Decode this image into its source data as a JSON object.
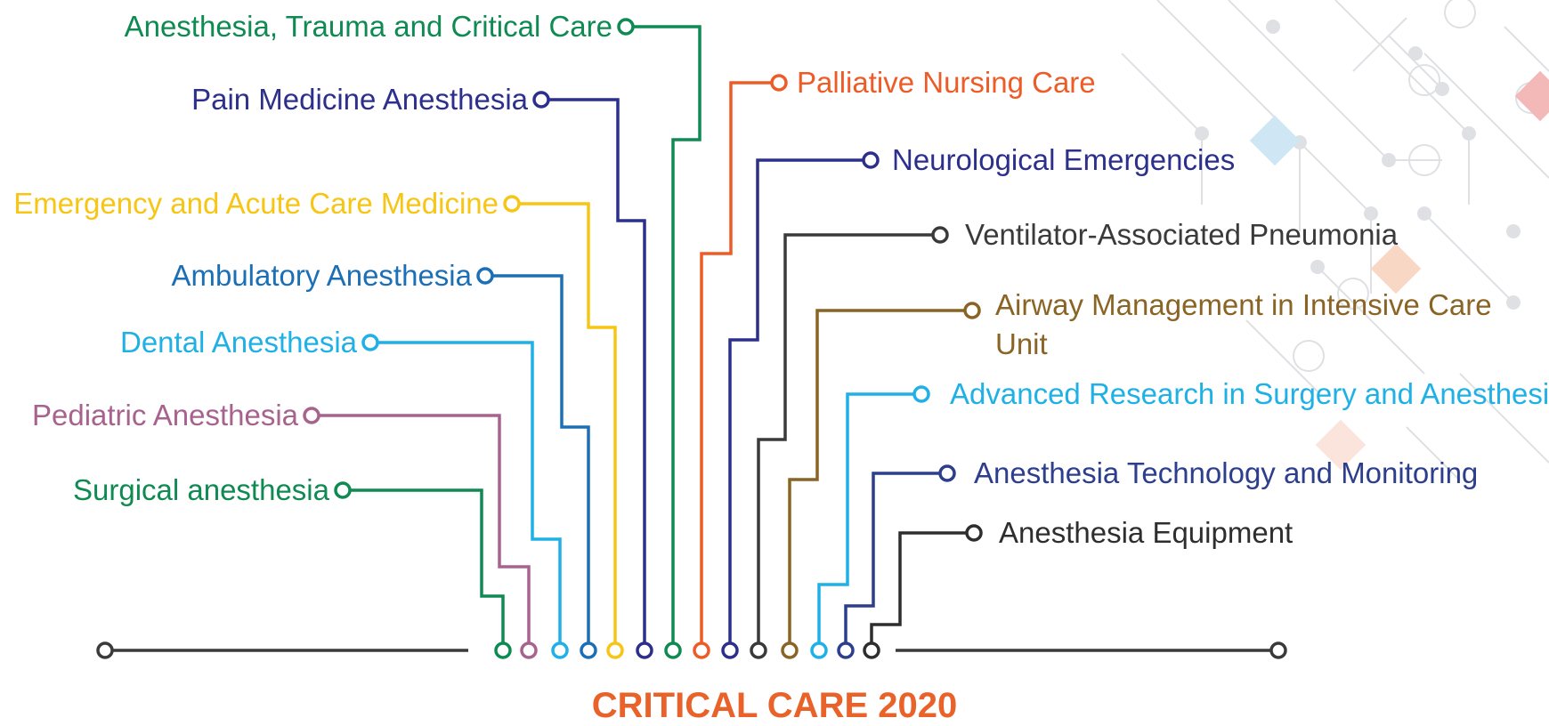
{
  "title": "CRITICAL CARE 2020",
  "colors": {
    "title": "#e8622a",
    "trunk": "#3a3a3a",
    "background_pattern": "#b8bcc2"
  },
  "branches": [
    {
      "label": "Surgical anesthesia",
      "color": "#0f8a52",
      "side": "left"
    },
    {
      "label": "Pediatric Anesthesia",
      "color": "#a8628e",
      "side": "left"
    },
    {
      "label": "Dental Anesthesia",
      "color": "#1fb1e6",
      "side": "left"
    },
    {
      "label": "Ambulatory Anesthesia",
      "color": "#1b6fb6",
      "side": "left"
    },
    {
      "label": "Emergency and Acute Care Medicine",
      "color": "#f7c513",
      "side": "left"
    },
    {
      "label": "Pain Medicine Anesthesia",
      "color": "#2c2f8c",
      "side": "left"
    },
    {
      "label": "Anesthesia, Trauma and Critical Care",
      "color": "#0f8a52",
      "side": "left"
    },
    {
      "label": "Palliative Nursing Care",
      "color": "#ef5b26",
      "side": "right"
    },
    {
      "label": "Neurological Emergencies",
      "color": "#2c2f8c",
      "side": "right"
    },
    {
      "label": "Ventilator-Associated Pneumonia",
      "color": "#3a3a3a",
      "side": "right"
    },
    {
      "label": "Airway Management in Intensive Care Unit",
      "color": "#8a6424",
      "side": "right"
    },
    {
      "label": "Advanced Research in Surgery and Anesthesia",
      "color": "#1fb1e6",
      "side": "right"
    },
    {
      "label": "Anesthesia Technology and Monitoring",
      "color": "#2c3e8c",
      "side": "right"
    },
    {
      "label": "Anesthesia Equipment",
      "color": "#2e2e2e",
      "side": "right"
    }
  ]
}
